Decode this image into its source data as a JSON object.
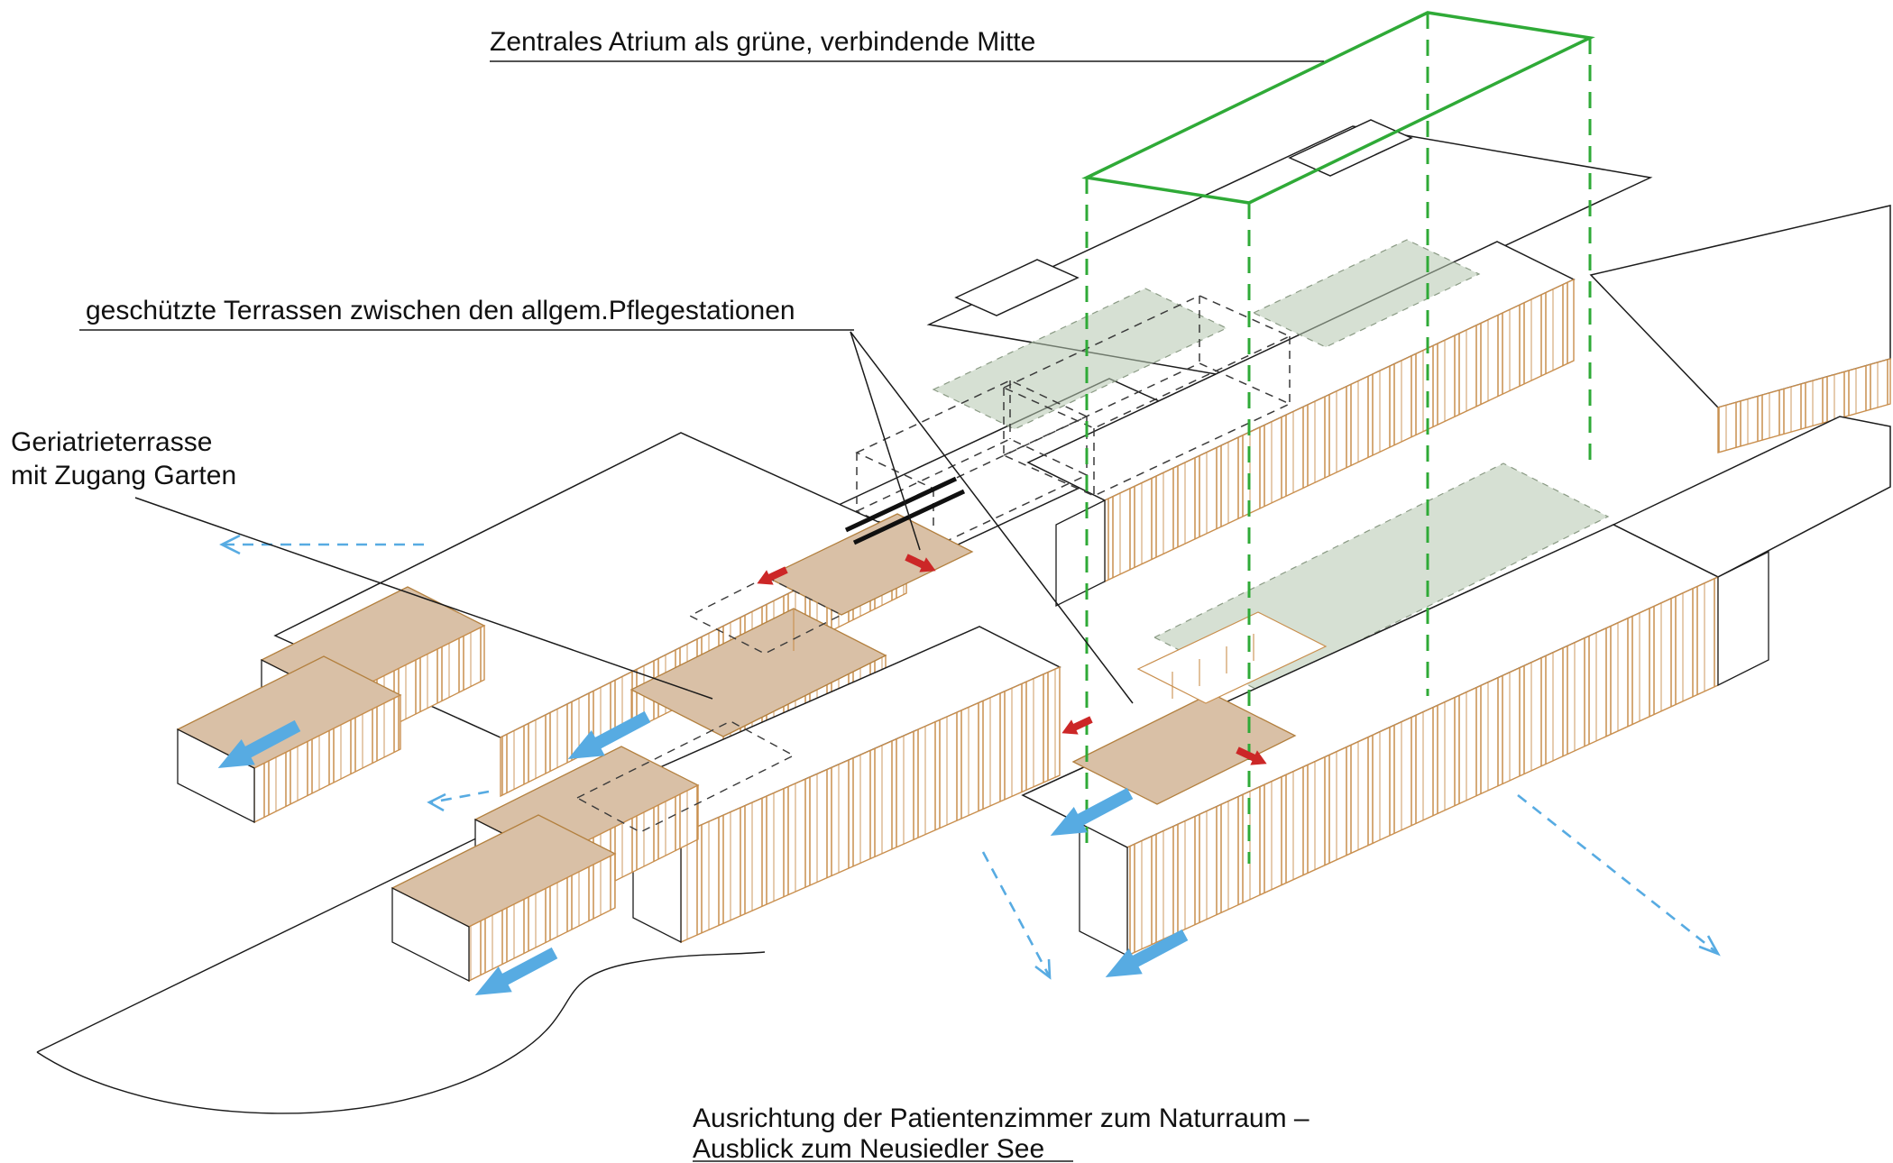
{
  "annotations": {
    "atrium_label": "Zentrales Atrium als grüne, verbindende Mitte",
    "terraces_label": "geschützte Terrassen zwischen den allgem.Pflegestationen",
    "geriatric_label_line1": "Geriatrieterrasse",
    "geriatric_label_line2": "mit Zugang Garten",
    "orientation_label_line1": "Ausrichtung der Patientenzimmer zum Naturraum –",
    "orientation_label_line2": "Ausblick zum Neusiedler See"
  },
  "colors": {
    "atrium_volume_green": "#2faa37",
    "facade_line_orange": "#c98f4e",
    "terrace_fill_tan": "#d9c0a6",
    "courtyard_fill_green": "#b5c6ae",
    "flow_arrow_blue": "#57abe2",
    "view_arrow_blue": "#57abe2",
    "access_arrow_red": "#cc2727",
    "drawing_line_black": "#1a1a1a"
  }
}
